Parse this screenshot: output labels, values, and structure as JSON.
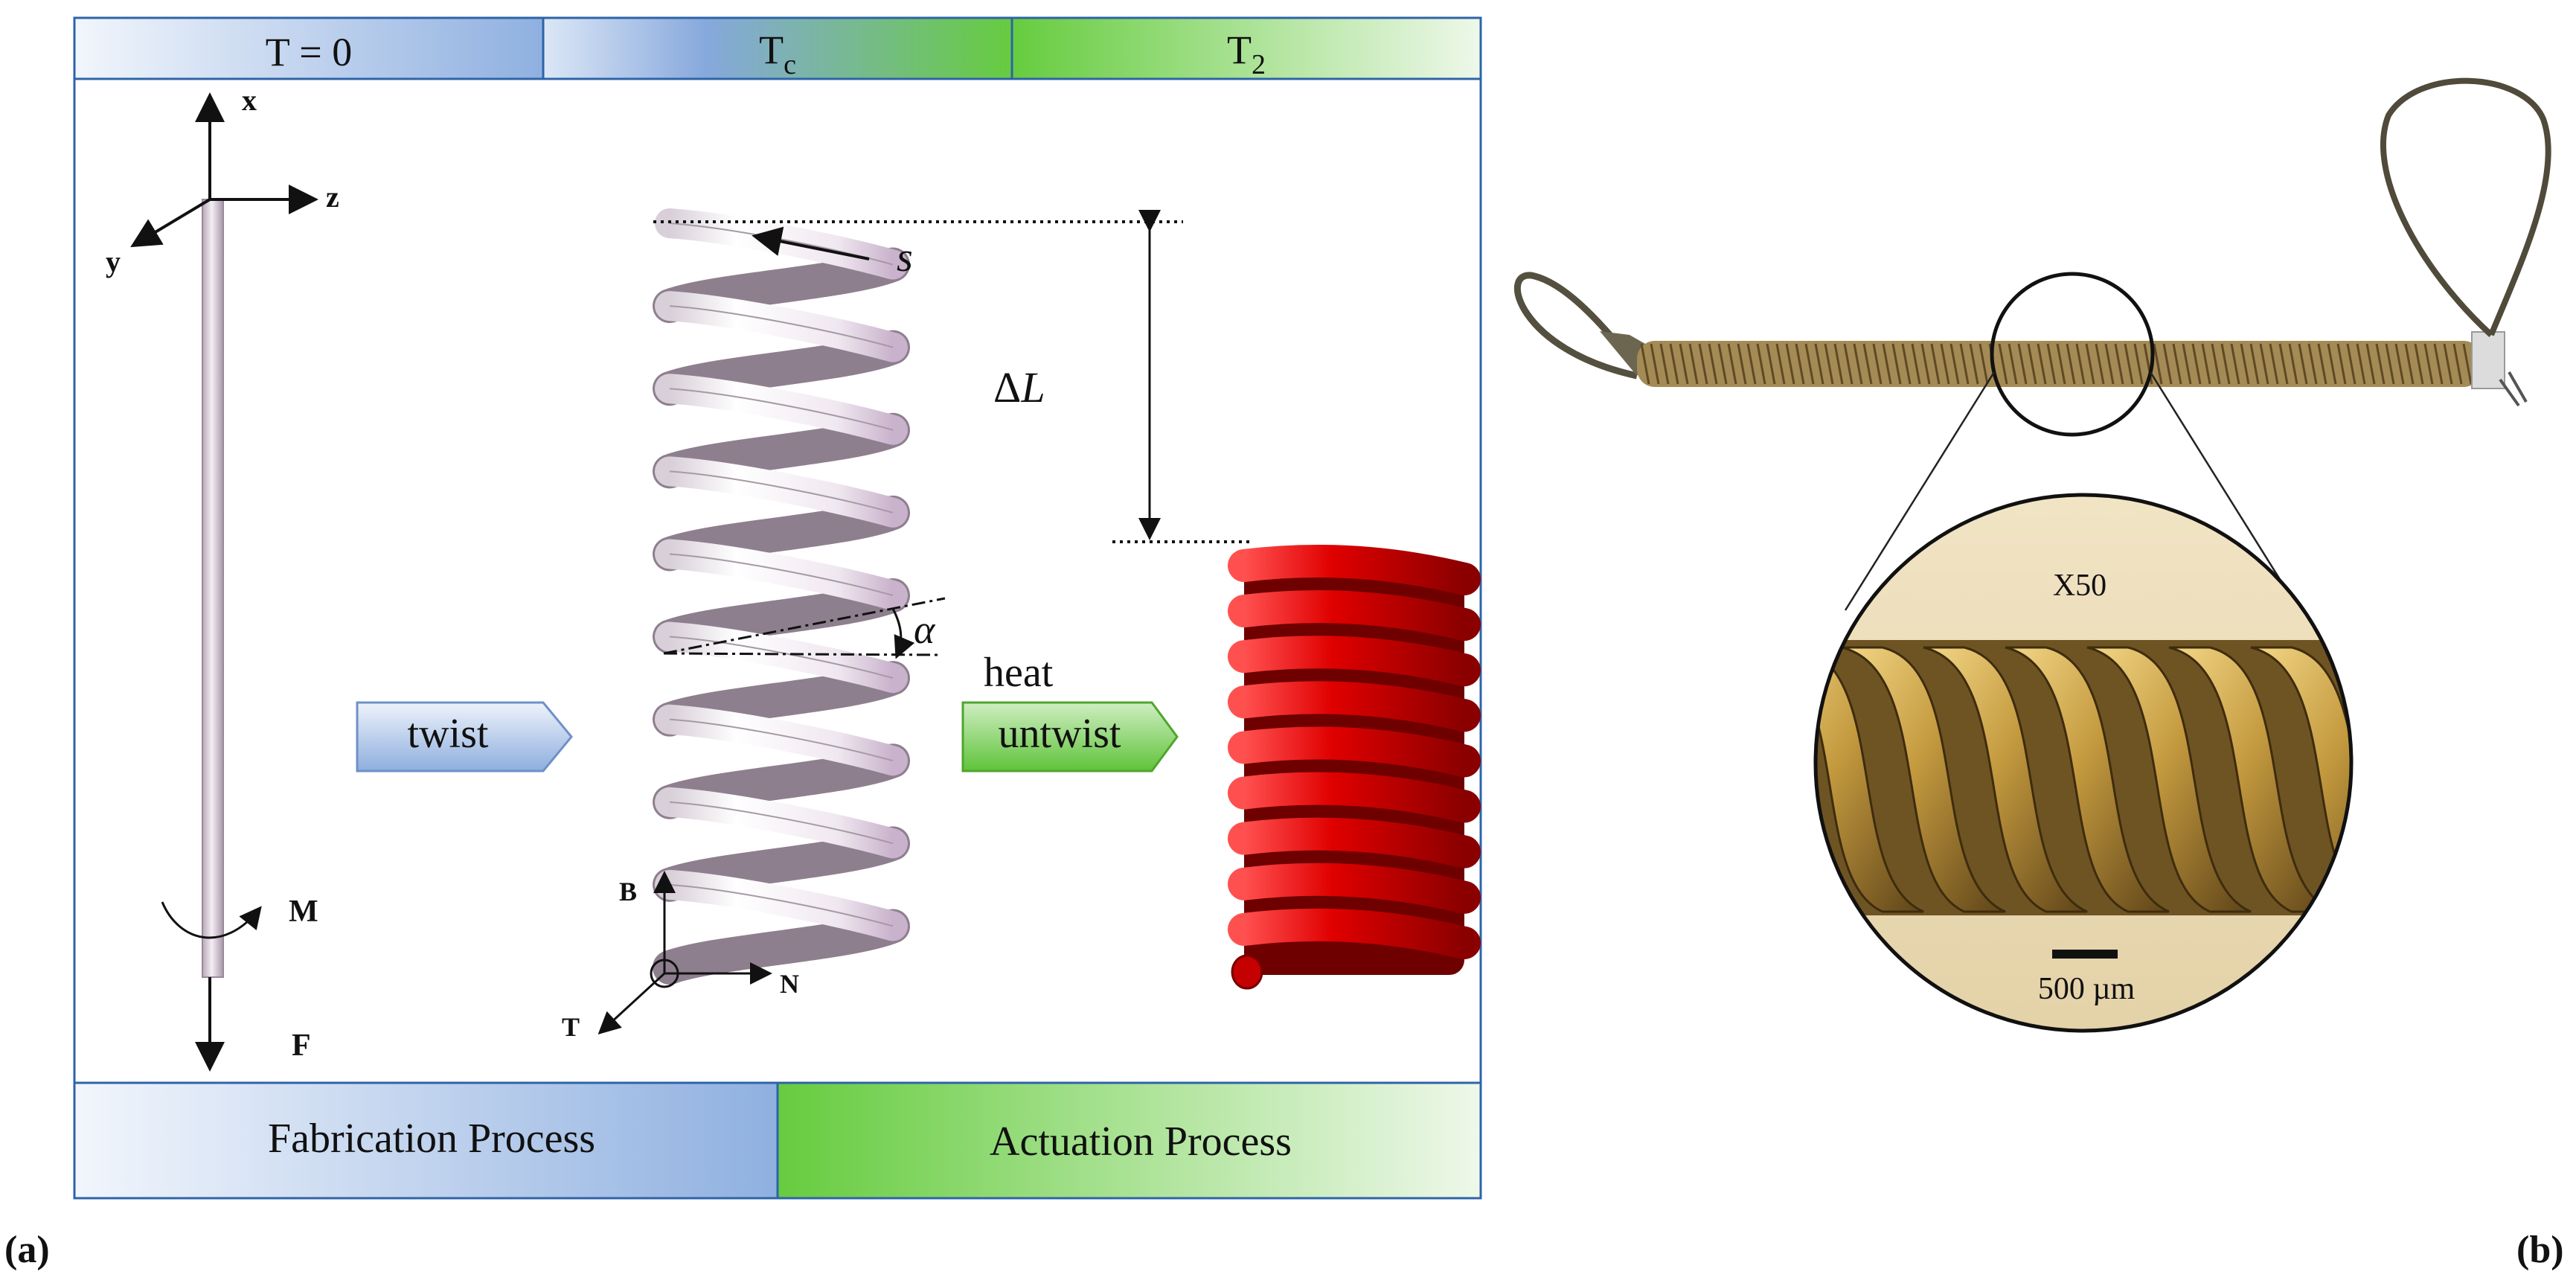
{
  "header": {
    "cells": [
      "T = 0",
      "T",
      "T"
    ],
    "subs": [
      "",
      "c",
      "2"
    ]
  },
  "footer": {
    "fabrication": "Fabrication Process",
    "actuation": "Actuation Process"
  },
  "axes": {
    "x": "x",
    "z": "z",
    "y": "y"
  },
  "loads": {
    "moment": "M",
    "force": "F"
  },
  "frame": {
    "b": "B",
    "n": "N",
    "t": "T"
  },
  "symbols": {
    "s": "s",
    "delta": "Δ",
    "L": "L",
    "alpha": "α"
  },
  "arrows": {
    "twist": "twist",
    "untwist": "untwist",
    "heat": "heat"
  },
  "micro": {
    "magnification": "X50",
    "scale": "500 µm"
  },
  "panels": {
    "a": "(a)",
    "b": "(b)"
  },
  "colors": {
    "blue": "#7fa4dc",
    "green": "#66cc3f",
    "border": "#2e64a8",
    "red": "#d90000"
  }
}
